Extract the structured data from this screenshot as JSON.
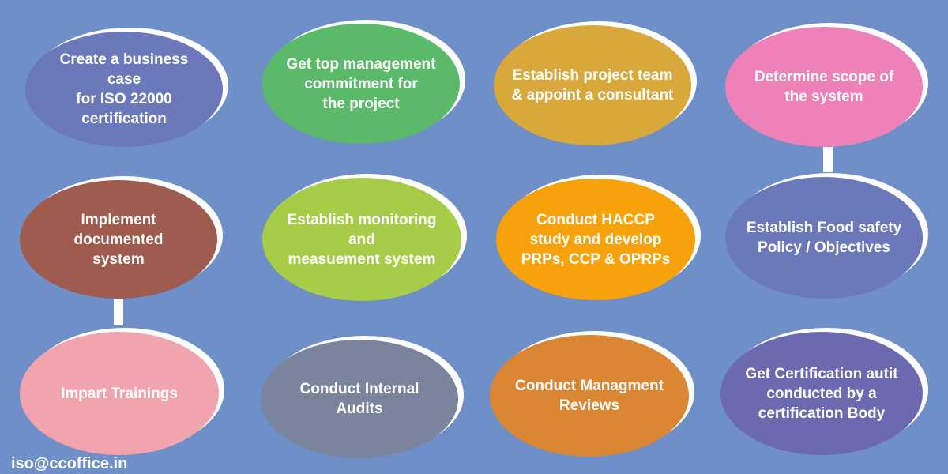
{
  "steps": [
    {
      "label": "Create a business case\nfor ISO 22000\ncertification",
      "color": "#6b78ba"
    },
    {
      "label": "Get top management\ncommitment for\nthe project",
      "color": "#5aba6a"
    },
    {
      "label": "Establish project team\n& appoint a consultant",
      "color": "#d9a83a"
    },
    {
      "label": "Determine scope of\nthe system",
      "color": "#ee82b8"
    },
    {
      "label": "Establish Food safety\nPolicy / Objectives",
      "color": "#6b78ba"
    },
    {
      "label": "Conduct HACCP\nstudy and develop\nPRPs, CCP & OPRPs",
      "color": "#f7a20a"
    },
    {
      "label": "Establish monitoring\nand\nmeasuement system",
      "color": "#a6cc48"
    },
    {
      "label": "Implement documented\nsystem",
      "color": "#9e5b4e"
    },
    {
      "label": "Impart Trainings",
      "color": "#f2a4ae"
    },
    {
      "label": "Conduct Internal\nAudits",
      "color": "#7a849c"
    },
    {
      "label": "Conduct Managment\nReviews",
      "color": "#da8632"
    },
    {
      "label": "Get Certification autit\nconducted by a\ncertification Body",
      "color": "#6b6ab0"
    }
  ],
  "footer": {
    "email": "iso@ccoffice.in"
  }
}
